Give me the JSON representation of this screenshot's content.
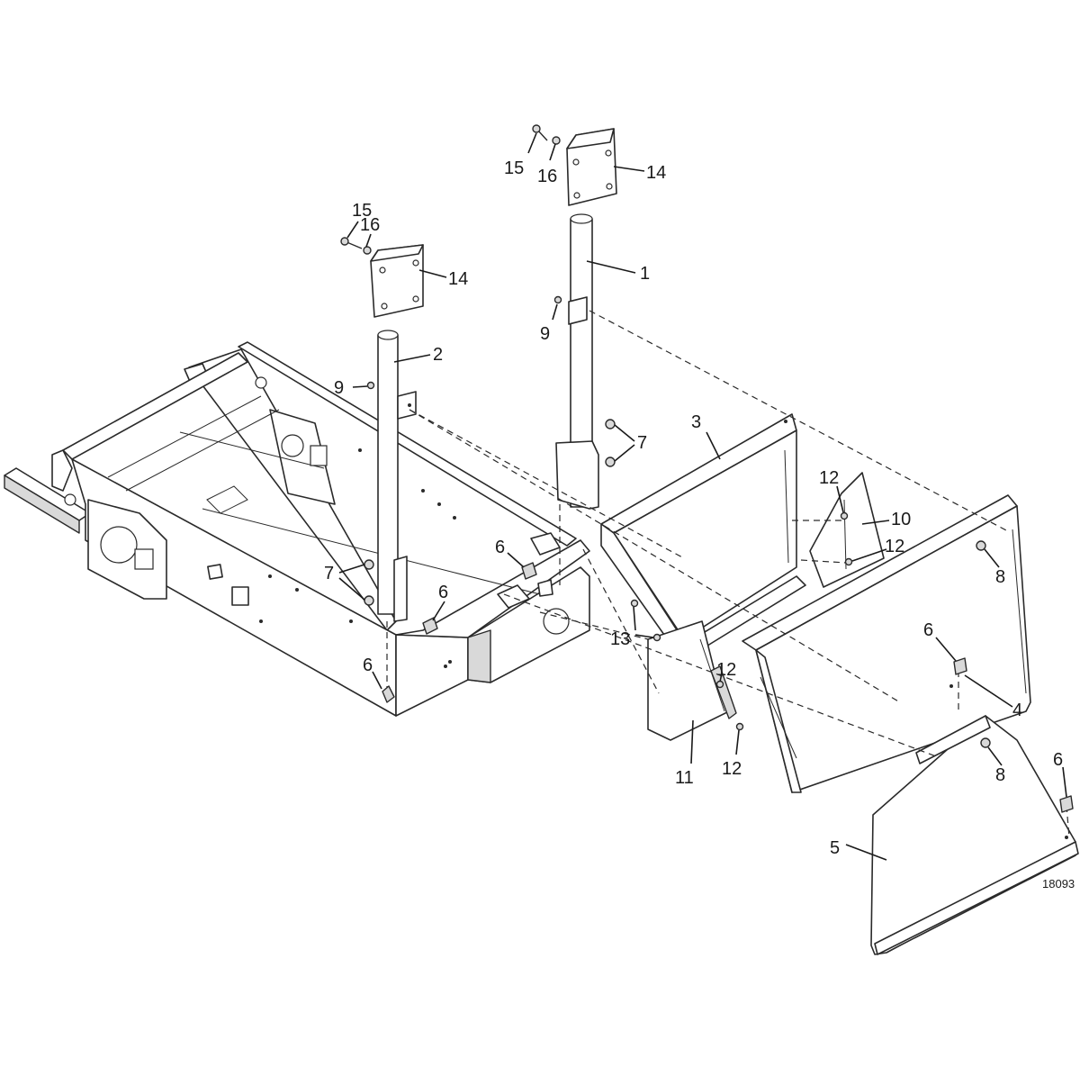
{
  "figure_number": "18093",
  "callouts": [
    {
      "id": "c1",
      "label": "1"
    },
    {
      "id": "c2",
      "label": "2"
    },
    {
      "id": "c3",
      "label": "3"
    },
    {
      "id": "c4",
      "label": "4"
    },
    {
      "id": "c5",
      "label": "5"
    },
    {
      "id": "c6a",
      "label": "6"
    },
    {
      "id": "c6b",
      "label": "6"
    },
    {
      "id": "c6c",
      "label": "6"
    },
    {
      "id": "c6d",
      "label": "6"
    },
    {
      "id": "c6e",
      "label": "6"
    },
    {
      "id": "c7a",
      "label": "7"
    },
    {
      "id": "c7b",
      "label": "7"
    },
    {
      "id": "c8a",
      "label": "8"
    },
    {
      "id": "c8b",
      "label": "8"
    },
    {
      "id": "c9a",
      "label": "9"
    },
    {
      "id": "c9b",
      "label": "9"
    },
    {
      "id": "c10",
      "label": "10"
    },
    {
      "id": "c11",
      "label": "11"
    },
    {
      "id": "c12a",
      "label": "12"
    },
    {
      "id": "c12b",
      "label": "12"
    },
    {
      "id": "c12c",
      "label": "12"
    },
    {
      "id": "c12d",
      "label": "12"
    },
    {
      "id": "c13",
      "label": "13"
    },
    {
      "id": "c14a",
      "label": "14"
    },
    {
      "id": "c14b",
      "label": "14"
    },
    {
      "id": "c15a",
      "label": "15"
    },
    {
      "id": "c15b",
      "label": "15"
    },
    {
      "id": "c16a",
      "label": "16"
    },
    {
      "id": "c16b",
      "label": "16"
    }
  ]
}
